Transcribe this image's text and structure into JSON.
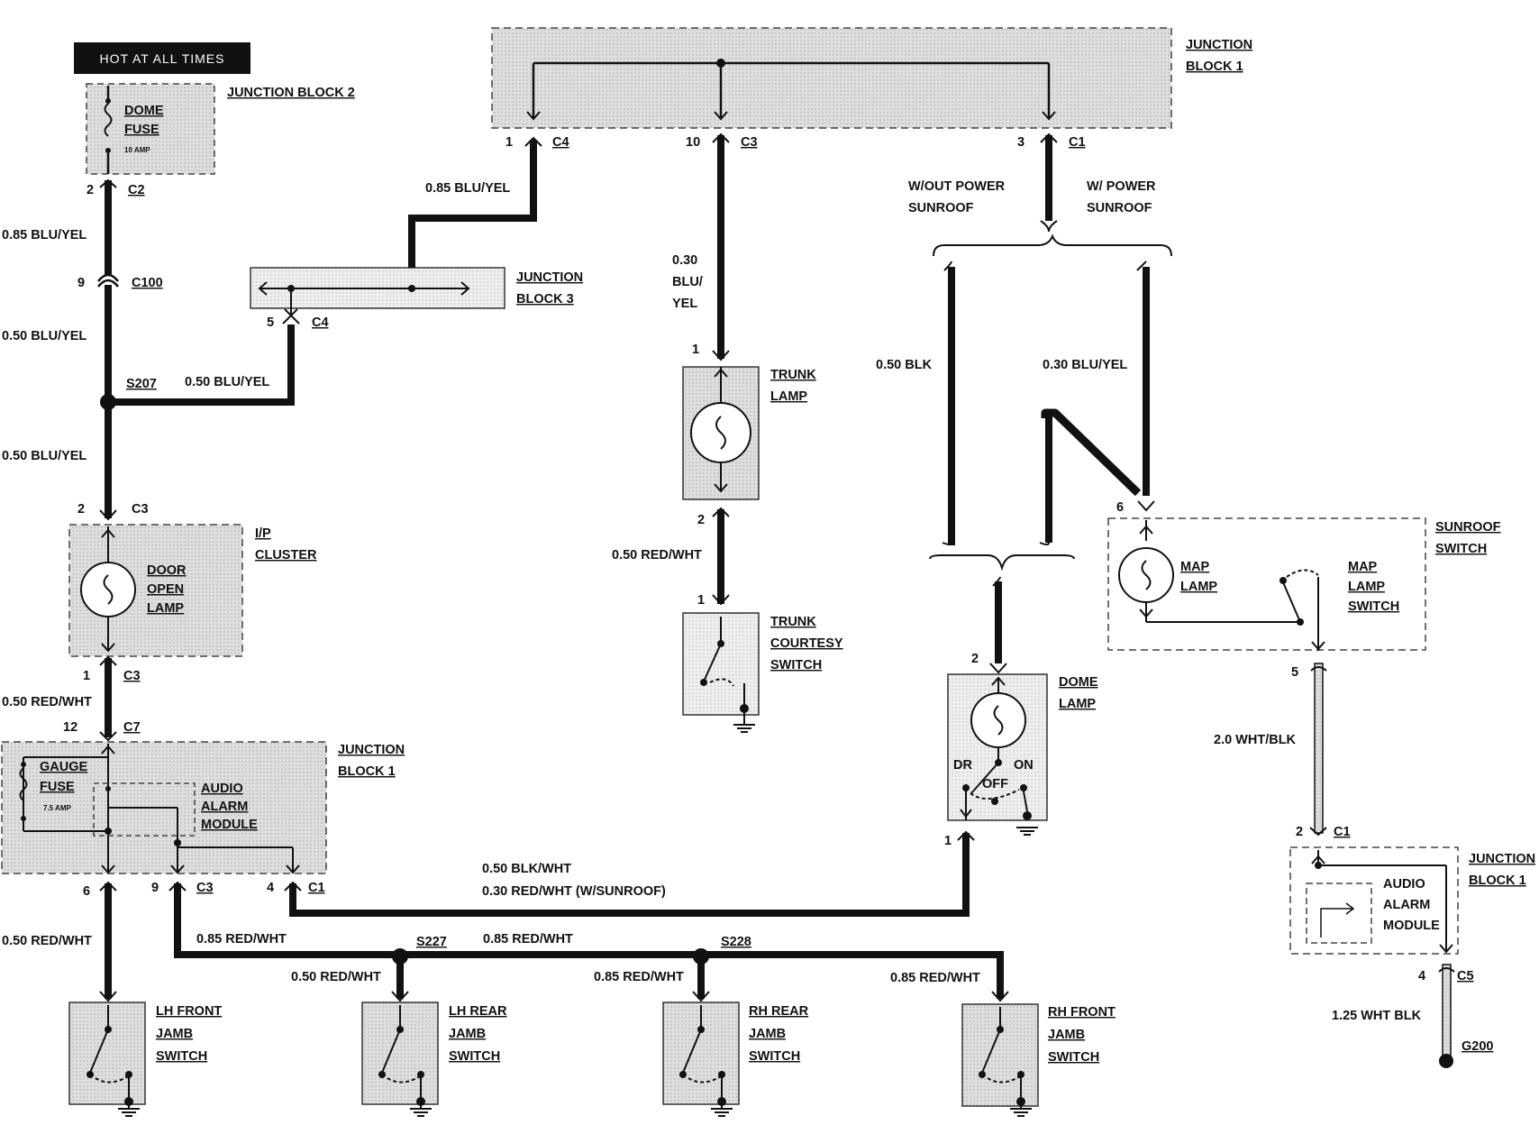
{
  "banner": "HOT AT ALL TIMES",
  "colors": {
    "wire": "#111111",
    "box_fill": "#dcdcdc",
    "box_border": "#555555",
    "banner_bg": "#111111"
  },
  "icons": [
    "fuse-icon",
    "bulb-icon",
    "ground-icon",
    "switch-icon"
  ],
  "components": {
    "junction_block_2": "JUNCTION BLOCK 2",
    "dome_fuse": [
      "DOME",
      "FUSE"
    ],
    "dome_fuse_rating": "10 AMP",
    "junction_block_1_top": [
      "JUNCTION",
      "BLOCK 1"
    ],
    "junction_block_3": [
      "JUNCTION",
      "BLOCK 3"
    ],
    "ip_cluster": [
      "I/P",
      "CLUSTER"
    ],
    "door_open_lamp": [
      "DOOR",
      "OPEN",
      "LAMP"
    ],
    "junction_block_1_left": [
      "JUNCTION",
      "BLOCK 1"
    ],
    "gauge_fuse": [
      "GAUGE",
      "FUSE"
    ],
    "gauge_fuse_rating": "7.5 AMP",
    "audio_alarm_module_left": [
      "AUDIO",
      "ALARM",
      "MODULE"
    ],
    "trunk_lamp": [
      "TRUNK",
      "LAMP"
    ],
    "trunk_courtesy_switch": [
      "TRUNK",
      "COURTESY",
      "SWITCH"
    ],
    "wout_power_sunroof": [
      "W/OUT POWER",
      "SUNROOF"
    ],
    "w_power_sunroof": [
      "W/ POWER",
      "SUNROOF"
    ],
    "sunroof_switch": [
      "SUNROOF",
      "SWITCH"
    ],
    "map_lamp": [
      "MAP",
      "LAMP"
    ],
    "map_lamp_switch": [
      "MAP",
      "LAMP",
      "SWITCH"
    ],
    "dome_lamp": [
      "DOME",
      "LAMP"
    ],
    "dome_positions": {
      "dr": "DR",
      "off": "OFF",
      "on": "ON"
    },
    "junction_block_1_right": [
      "JUNCTION",
      "BLOCK 1"
    ],
    "audio_alarm_module_right": [
      "AUDIO",
      "ALARM",
      "MODULE"
    ],
    "lh_front_jamb_switch": [
      "LH FRONT",
      "JAMB",
      "SWITCH"
    ],
    "lh_rear_jamb_switch": [
      "LH REAR",
      "JAMB",
      "SWITCH"
    ],
    "rh_rear_jamb_switch": [
      "RH REAR",
      "JAMB",
      "SWITCH"
    ],
    "rh_front_jamb_switch": [
      "RH FRONT",
      "JAMB",
      "SWITCH"
    ]
  },
  "connectors": {
    "c2": "C2",
    "c100": "C100",
    "c3": "C3",
    "c7": "C7",
    "c4": "C4",
    "c1": "C1",
    "c5": "C5",
    "s207": "S207",
    "s227": "S227",
    "s228": "S228",
    "g200": "G200"
  },
  "pins": {
    "jb2_c2": "2",
    "c100": "9",
    "clus_in": "2",
    "clus_out": "1",
    "jb1_c7": "12",
    "jb1_c3_6": "6",
    "jb1_c3_9": "9",
    "jb1_c1_4": "4",
    "jb3_c4": "5",
    "jb1top_c4": "1",
    "jb1top_c3": "10",
    "jb1top_c1": "3",
    "trunk_lamp_1": "1",
    "trunk_lamp_2": "2",
    "trunk_sw_1": "1",
    "dome_2": "2",
    "dome_1": "1",
    "sunroof_6": "6",
    "sunroof_5": "5",
    "jbr_c1": "2",
    "jbr_c5": "4"
  },
  "wires": {
    "jb2_to_c100": "0.85 BLU/YEL",
    "c100_to_s207": "0.50 BLU/YEL",
    "s207_to_cluster": "0.50 BLU/YEL",
    "s207_to_jb3": "0.50 BLU/YEL",
    "jb1_to_jb3": "0.85 BLU/YEL",
    "cluster_to_jb1": "0.50 RED/WHT",
    "jb1_to_lh_front": "0.50 RED/WHT",
    "jb1_to_s227": "0.85 RED/WHT",
    "s227_to_lh_rear": "0.50 RED/WHT",
    "s227_to_s228": "0.85 RED/WHT",
    "s228_to_rh_rear": "0.85 RED/WHT",
    "s228_to_rh_front": "0.85 RED/WHT",
    "jb1_to_dome_a": "0.50 BLK/WHT",
    "jb1_to_dome_b": "0.30 RED/WHT (W/SUNROOF)",
    "trunk_feed": [
      "0.30",
      "BLU/",
      "YEL"
    ],
    "trunk_lamp_to_switch": "0.50 RED/WHT",
    "dome_wout_sunroof": "0.50 BLK",
    "dome_w_sunroof": "0.30 BLU/YEL",
    "sunroof_to_jb1": "2.0 WHT/BLK",
    "jb1_to_ground": "1.25 WHT BLK"
  }
}
